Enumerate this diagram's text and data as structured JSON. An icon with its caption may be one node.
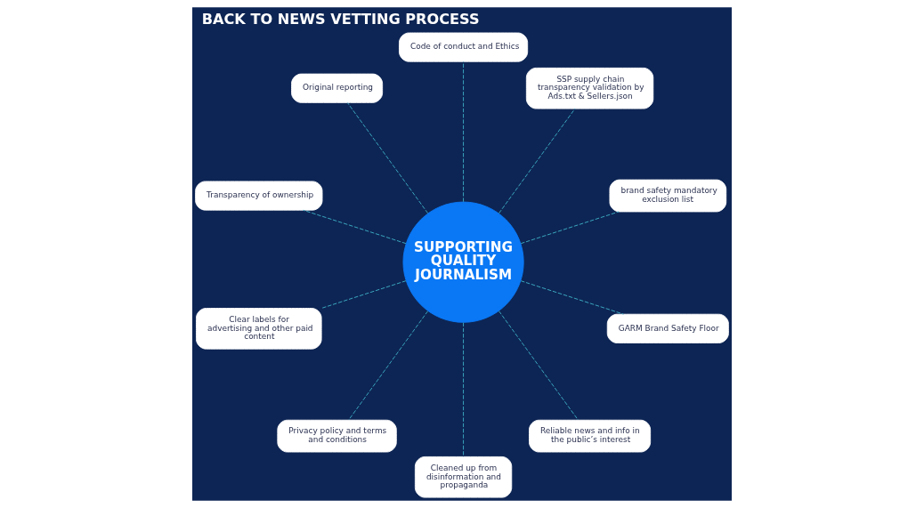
{
  "diagram": {
    "title": "BACK TO NEWS VETTING PROCESS",
    "nodes": [
      {
        "text": [
          "SUPPORTING QUALITY JOURNALISM"
        ]
      },
      {
        "text": [
          "brand safety mandatory exclusion list"
        ]
      },
      {
        "text": [
          "SSP supply chain transparency validation by Ads.txt & Sellers.json"
        ]
      },
      {
        "text": [
          "Code of conduct and Ethics"
        ]
      },
      {
        "text": [
          "Original reporting"
        ]
      },
      {
        "text": [
          "Transparency of ownership"
        ]
      },
      {
        "text": [
          "Clear labels for advertising and other paid content"
        ]
      },
      {
        "text": [
          "Privacy policy and terms and conditions"
        ]
      },
      {
        "text": [
          "Cleaned up from disinformation and propaganda"
        ]
      },
      {
        "text": [
          "Reliable news and info in the public’s interest"
        ]
      },
      {
        "text": [
          "GARM Brand Safety Floor"
        ]
      }
    ],
    "edges": [
      {
        "from": 0,
        "to": 1,
        "arrow": "none",
        "style": "dashed"
      },
      {
        "from": 0,
        "to": 2,
        "arrow": "none",
        "style": "dashed"
      },
      {
        "from": 0,
        "to": 3,
        "arrow": "none",
        "style": "dashed"
      },
      {
        "from": 0,
        "to": 4,
        "arrow": "none",
        "style": "dashed"
      },
      {
        "from": 0,
        "to": 5,
        "arrow": "none",
        "style": "dashed"
      },
      {
        "from": 0,
        "to": 6,
        "arrow": "none",
        "style": "dashed"
      },
      {
        "from": 0,
        "to": 7,
        "arrow": "none",
        "style": "dashed"
      },
      {
        "from": 0,
        "to": 8,
        "arrow": "none",
        "style": "dashed"
      },
      {
        "from": 0,
        "to": 9,
        "arrow": "none",
        "style": "dashed"
      },
      {
        "from": 0,
        "to": 10,
        "arrow": "none",
        "style": "dashed"
      }
    ]
  }
}
